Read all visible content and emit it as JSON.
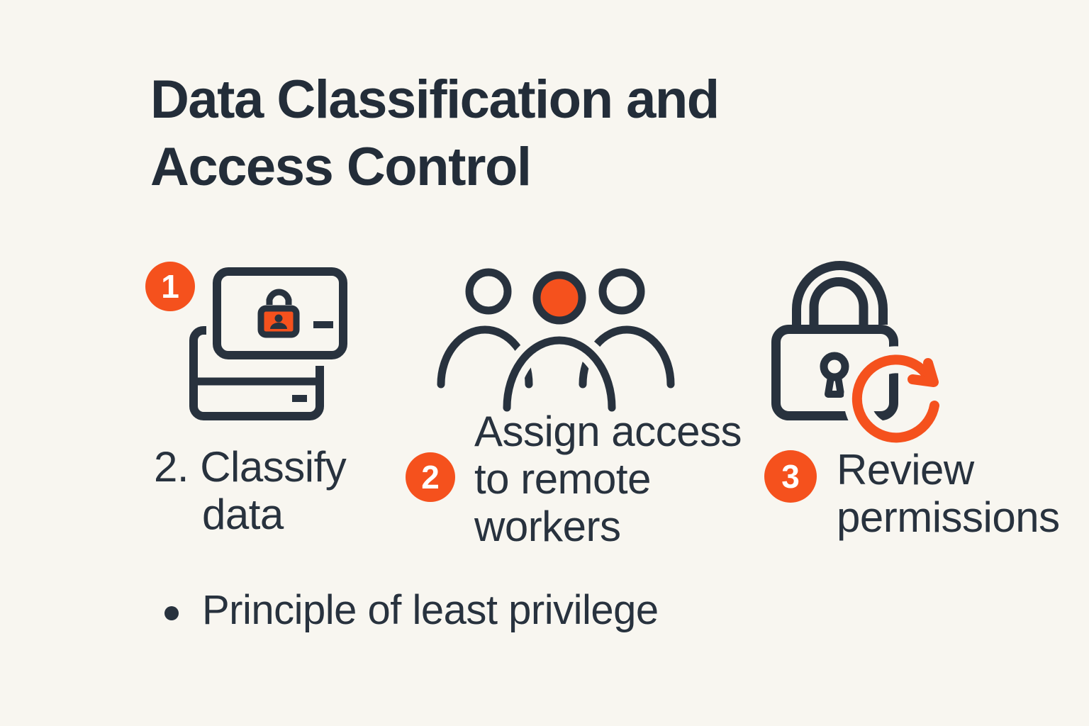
{
  "colors": {
    "background": "#F8F6F0",
    "ink": "#28323E",
    "title_ink": "#232D39",
    "accent_orange": "#F5511D",
    "badge_text": "#FFFFFF"
  },
  "title": {
    "lines": [
      "Data Classification and",
      "Access Control"
    ]
  },
  "steps": [
    {
      "badge": "1",
      "icon": "classified-data-cards-lock-icon",
      "label_lines": [
        "2. Classify",
        "data"
      ]
    },
    {
      "badge": "2",
      "icon": "remote-workers-group-icon",
      "label_lines": [
        "Assign access",
        "to remote",
        "workers"
      ]
    },
    {
      "badge": "3",
      "icon": "padlock-refresh-icon",
      "label_lines": [
        "Review",
        "permissions"
      ]
    }
  ],
  "footnote": {
    "bullet": "•",
    "text": "Principle of least privilege"
  }
}
